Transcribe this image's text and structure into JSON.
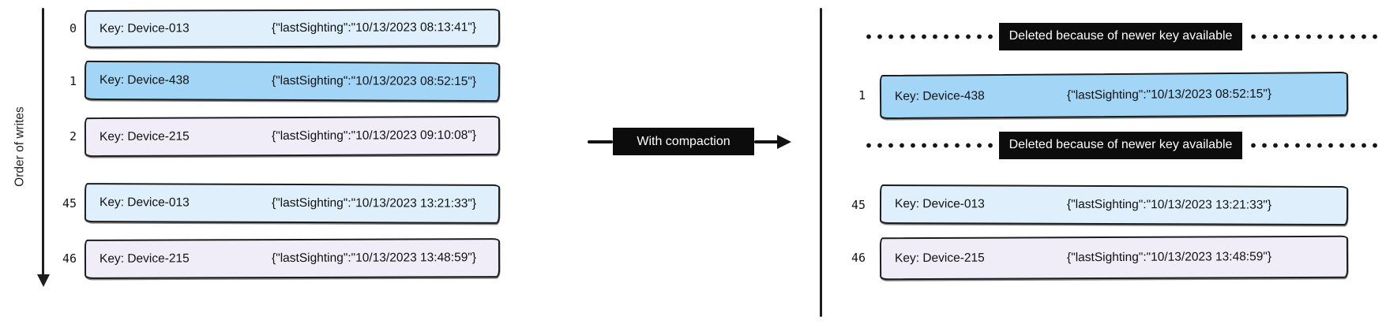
{
  "diagram": {
    "axis_label": "Order of writes",
    "transition_label": "With compaction",
    "deleted_label": "Deleted because of newer key available"
  },
  "colors": {
    "light_blue": "#dfeffb",
    "medium_blue": "#a3d6f6",
    "lavender": "#f0ecf8",
    "label_bg": "#0c0c0c",
    "label_text": "#ffffff",
    "stroke": "#1c1c1c"
  },
  "left_panel": {
    "rows": [
      {
        "index": "0",
        "key": "Key: Device-013",
        "value": "{\"lastSighting\":\"10/13/2023 08:13:41\"}",
        "fill": "#dfeffb"
      },
      {
        "index": "1",
        "key": "Key: Device-438",
        "value": "{\"lastSighting\":\"10/13/2023 08:52:15\"}",
        "fill": "#a3d6f6"
      },
      {
        "index": "2",
        "key": "Key: Device-215",
        "value": "{\"lastSighting\":\"10/13/2023 09:10:08\"}",
        "fill": "#f0ecf8"
      },
      {
        "index": "45",
        "key": "Key: Device-013",
        "value": "{\"lastSighting\":\"10/13/2023 13:21:33\"}",
        "fill": "#dfeffb"
      },
      {
        "index": "46",
        "key": "Key: Device-215",
        "value": "{\"lastSighting\":\"10/13/2023 13:48:59\"}",
        "fill": "#f0ecf8"
      }
    ]
  },
  "right_panel": {
    "rows": [
      {
        "index": "1",
        "key": "Key: Device-438",
        "value": "{\"lastSighting\":\"10/13/2023 08:52:15\"}",
        "fill": "#a3d6f6"
      },
      {
        "index": "45",
        "key": "Key: Device-013",
        "value": "{\"lastSighting\":\"10/13/2023 13:21:33\"}",
        "fill": "#dfeffb"
      },
      {
        "index": "46",
        "key": "Key: Device-215",
        "value": "{\"lastSighting\":\"10/13/2023 13:48:59\"}",
        "fill": "#f0ecf8"
      }
    ]
  }
}
